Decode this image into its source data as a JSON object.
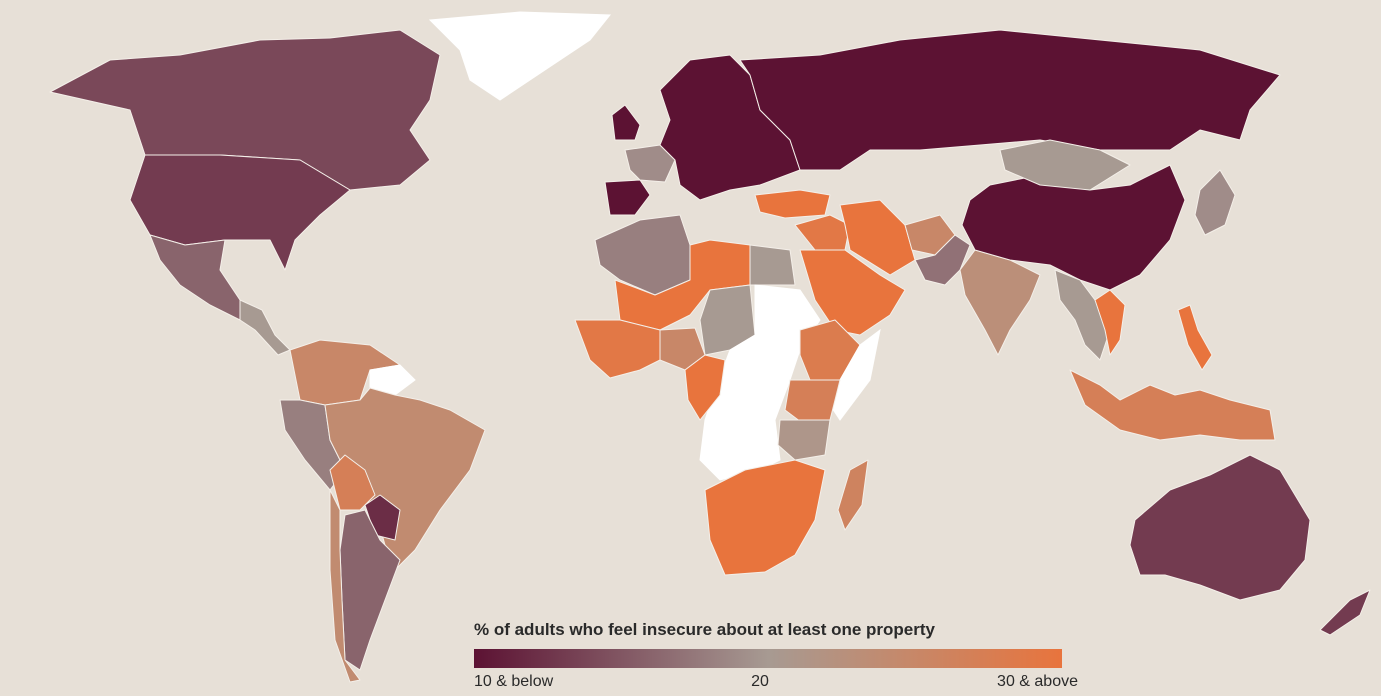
{
  "legend": {
    "title": "% of adults who feel insecure about at least one property",
    "min_label": "10 & below",
    "mid_label": "20",
    "max_label": "30 & above"
  },
  "colors": {
    "background": "#e7e0d7",
    "scale_low": "#5c1233",
    "scale_mid": "#a79a92",
    "scale_high": "#e8743d",
    "no_data": "#ffffff",
    "border": "#f4efe9"
  },
  "scale": {
    "min": 10,
    "mid": 20,
    "max": 30
  },
  "regions": [
    {
      "name": "Canada",
      "value": 14
    },
    {
      "name": "United States",
      "value": 13
    },
    {
      "name": "Mexico",
      "value": 16
    },
    {
      "name": "Central America",
      "value": 20
    },
    {
      "name": "Colombia and Venezuela",
      "value": 25
    },
    {
      "name": "Peru and Ecuador",
      "value": 18
    },
    {
      "name": "Brazil",
      "value": 24
    },
    {
      "name": "Bolivia",
      "value": 27
    },
    {
      "name": "Paraguay",
      "value": 12
    },
    {
      "name": "Argentina",
      "value": 16
    },
    {
      "name": "Chile",
      "value": 24
    },
    {
      "name": "Iberia",
      "value": 10
    },
    {
      "name": "France",
      "value": 19
    },
    {
      "name": "Northern and Central Europe",
      "value": 10
    },
    {
      "name": "United Kingdom",
      "value": 10
    },
    {
      "name": "Russia",
      "value": 10
    },
    {
      "name": "Turkey",
      "value": 30
    },
    {
      "name": "Middle East",
      "value": 29
    },
    {
      "name": "Arabian Peninsula",
      "value": 30
    },
    {
      "name": "Iran",
      "value": 31
    },
    {
      "name": "Afghanistan",
      "value": 25
    },
    {
      "name": "Pakistan",
      "value": 17
    },
    {
      "name": "India",
      "value": 23
    },
    {
      "name": "China",
      "value": 10
    },
    {
      "name": "Mongolia",
      "value": 20
    },
    {
      "name": "Japan",
      "value": 19
    },
    {
      "name": "Mainland Southeast Asia",
      "value": 20
    },
    {
      "name": "Vietnam",
      "value": 30
    },
    {
      "name": "Philippines",
      "value": 30
    },
    {
      "name": "Indonesia",
      "value": 27
    },
    {
      "name": "Australia",
      "value": 13
    },
    {
      "name": "Maghreb",
      "value": 18
    },
    {
      "name": "Sahel",
      "value": 30
    },
    {
      "name": "Egypt",
      "value": 20
    },
    {
      "name": "West Africa",
      "value": 29
    },
    {
      "name": "Nigeria",
      "value": 25
    },
    {
      "name": "Chad",
      "value": 20
    },
    {
      "name": "Ethiopia",
      "value": 28
    },
    {
      "name": "East Africa",
      "value": 27
    },
    {
      "name": "Tanzania",
      "value": 21
    },
    {
      "name": "Southern Africa",
      "value": 30
    },
    {
      "name": "Madagascar",
      "value": 26
    }
  ]
}
